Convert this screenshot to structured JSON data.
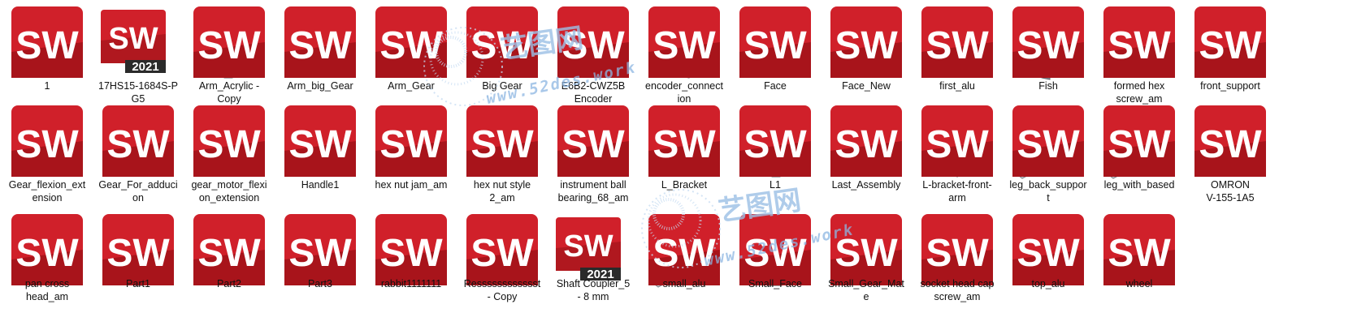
{
  "files": [
    {
      "label": "1",
      "icon": "ring-icon"
    },
    {
      "label": "17HS15-1684S-P\nG5",
      "icon": "solidworks-2021-app-icon",
      "big": true
    },
    {
      "label": "Arm_Acrylic -\nCopy",
      "icon": "arm-plate-icon"
    },
    {
      "label": "Arm_big_Gear",
      "icon": "big-gear-icon"
    },
    {
      "label": "Arm_Gear",
      "icon": "yellow-gear-icon"
    },
    {
      "label": "Big Gear",
      "icon": "blue-ring-gear-icon"
    },
    {
      "label": "E6B2-CWZ5B\nEncoder",
      "icon": "encoder-icon"
    },
    {
      "label": "encoder_connect\nion",
      "icon": "plate-icon"
    },
    {
      "label": "Face",
      "icon": "face-ring-icon"
    },
    {
      "label": "Face_New",
      "icon": "green-bracket-icon"
    },
    {
      "label": "first_alu",
      "icon": "alu-rod-icon"
    },
    {
      "label": "Fish",
      "icon": "fish-plate-icon"
    },
    {
      "label": "formed hex\nscrew_am",
      "icon": "hex-screw-icon"
    },
    {
      "label": "front_support",
      "icon": "front-support-icon"
    },
    {
      "label": "Gear_flexion_ext\nension",
      "icon": "gear-icon"
    },
    {
      "label": "Gear_For_adduci\non",
      "icon": "gear-icon"
    },
    {
      "label": "gear_motor_flexi\non_extension",
      "icon": "gear-icon"
    },
    {
      "label": "Handle1",
      "icon": "handle-icon"
    },
    {
      "label": "hex nut jam_am",
      "icon": "hex-nut-icon"
    },
    {
      "label": "hex nut style\n2_am",
      "icon": "hex-nut-icon"
    },
    {
      "label": "instrument ball\nbearing_68_am",
      "icon": "bearing-icon"
    },
    {
      "label": "L_Bracket",
      "icon": "l-bracket-icon"
    },
    {
      "label": "L1",
      "icon": "link-plate-icon"
    },
    {
      "label": "Last_Assembly",
      "icon": "assembly-icon"
    },
    {
      "label": "L-bracket-front-\narm",
      "icon": "l-bracket-large-icon"
    },
    {
      "label": "leg_back_suppor\nt",
      "icon": "alu-profile-icon"
    },
    {
      "label": "leg_with_based",
      "icon": "alu-profile-icon"
    },
    {
      "label": "OMRON\nV-155-1A5",
      "icon": "switch-icon"
    },
    {
      "label": "pan cross\nhead_am",
      "icon": "pan-screw-icon"
    },
    {
      "label": "Part1",
      "icon": "link-plate-icon"
    },
    {
      "label": "Part2",
      "icon": "arc-plate-icon"
    },
    {
      "label": "Part3",
      "icon": "green-ring-icon"
    },
    {
      "label": "rabbit1111111",
      "icon": "rabbit-icon"
    },
    {
      "label": "Resssssssssssst\n- Copy",
      "icon": "saddle-icon"
    },
    {
      "label": "Shaft Coupler_5\n- 8 mm",
      "icon": "solidworks-2021-app-icon",
      "big": true
    },
    {
      "label": "small_alu",
      "icon": "alu-profile-icon"
    },
    {
      "label": "Small_Face",
      "icon": "small-face-icon"
    },
    {
      "label": "Small_Gear_Mat\ne",
      "icon": "blue-gear-icon"
    },
    {
      "label": "socket head cap\nscrew_am",
      "icon": "socket-screw-icon"
    },
    {
      "label": "top_alu",
      "icon": "alu-rod-icon"
    },
    {
      "label": "wheel",
      "icon": "wheel-icon"
    }
  ],
  "badge_text": "SW",
  "app_icon_text": "SW",
  "app_icon_year": "2021",
  "watermark": {
    "chinese": "艺图网",
    "url": "www.52des.work"
  },
  "colors": {
    "sw_red": "#d0202a",
    "part_gray": "#8a8e96",
    "gear_yellow": "#e8d21a",
    "gear_blue": "#3050c8",
    "teal": "#2a8a7a",
    "green_ring": "#1f8a6a"
  }
}
